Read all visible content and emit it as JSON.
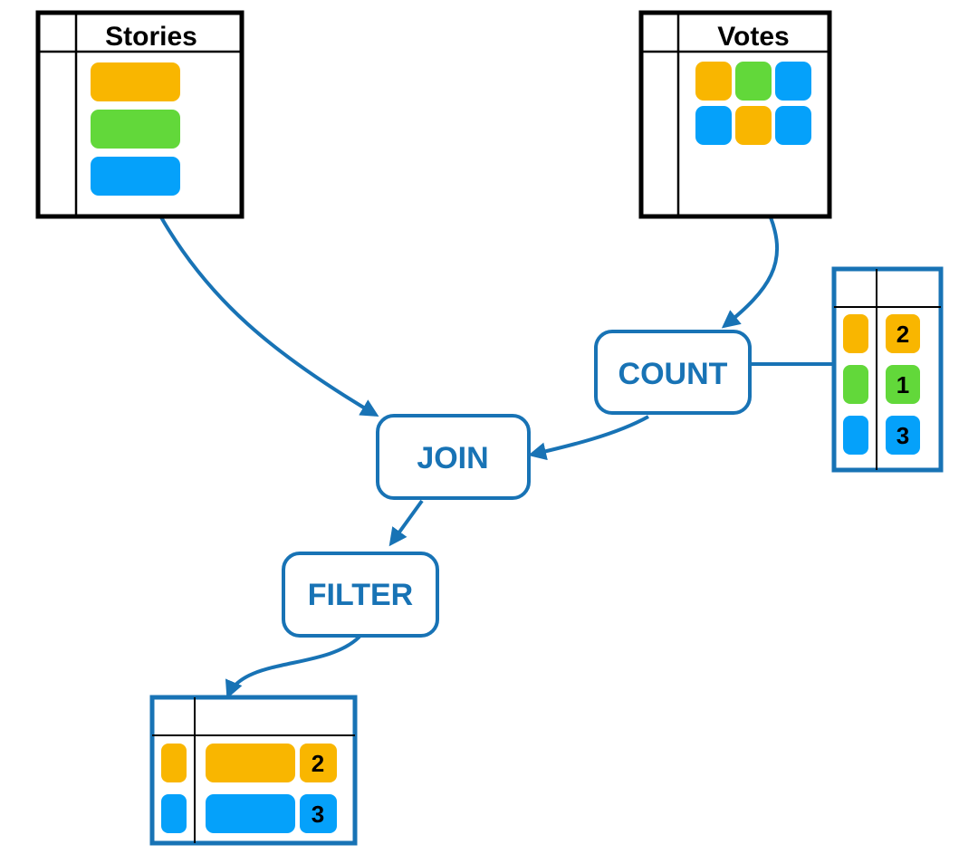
{
  "colors": {
    "orange": "#F9B600",
    "green": "#62D83A",
    "blue": "#05A1FA",
    "operator_blue": "#1873B5",
    "black": "#000000"
  },
  "tables": {
    "stories": {
      "header": "Stories",
      "rows": [
        "orange",
        "green",
        "blue"
      ]
    },
    "votes": {
      "header": "Votes",
      "cells": [
        "orange",
        "green",
        "blue",
        "blue",
        "orange",
        "blue"
      ]
    },
    "count_result": {
      "rows": [
        {
          "key": "orange",
          "count": "2"
        },
        {
          "key": "green",
          "count": "1"
        },
        {
          "key": "blue",
          "count": "3"
        }
      ]
    },
    "final_result": {
      "rows": [
        {
          "key": "orange",
          "count": "2"
        },
        {
          "key": "blue",
          "count": "3"
        }
      ]
    }
  },
  "operators": {
    "count": "COUNT",
    "join": "JOIN",
    "filter": "FILTER"
  }
}
